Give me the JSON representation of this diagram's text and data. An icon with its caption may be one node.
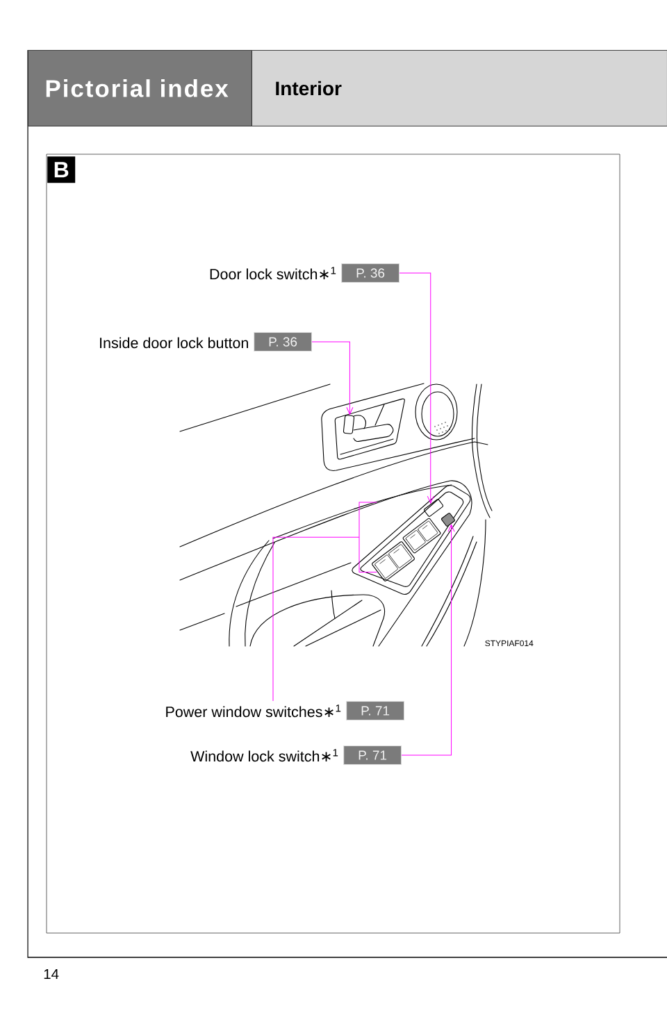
{
  "diagram": {
    "nodes": [
      {
        "text": [
          "Pictorial index"
        ]
      },
      {
        "text": [
          "Interior"
        ]
      },
      {
        "text": [
          "B"
        ]
      },
      {
        "text": [
          "Door lock switch∗$^{1}$",
          "P. 36"
        ]
      },
      {
        "text": [
          "Inside door lock button",
          "P. 36"
        ]
      },
      {
        "text": [],
        "shape": "box"
      },
      {
        "text": [],
        "shape": "bracket"
      },
      {
        "text": [],
        "shape": "box"
      },
      {
        "text": [],
        "shape": "box"
      },
      {
        "text": [
          "Power window switches∗$^{1}$",
          "P. 71"
        ]
      },
      {
        "text": [
          "Window lock switch∗$^{1}$",
          "P. 71"
        ]
      }
    ],
    "edges": [
      {
        "from": 3,
        "to": 7,
        "arrow": "to"
      },
      {
        "from": 4,
        "to": 5,
        "arrow": "to"
      },
      {
        "from": 9,
        "to": 6,
        "arrow": "none"
      },
      {
        "from": 10,
        "to": 8,
        "arrow": "to"
      }
    ],
    "labels": [
      "STYPIAF014",
      "14"
    ]
  }
}
